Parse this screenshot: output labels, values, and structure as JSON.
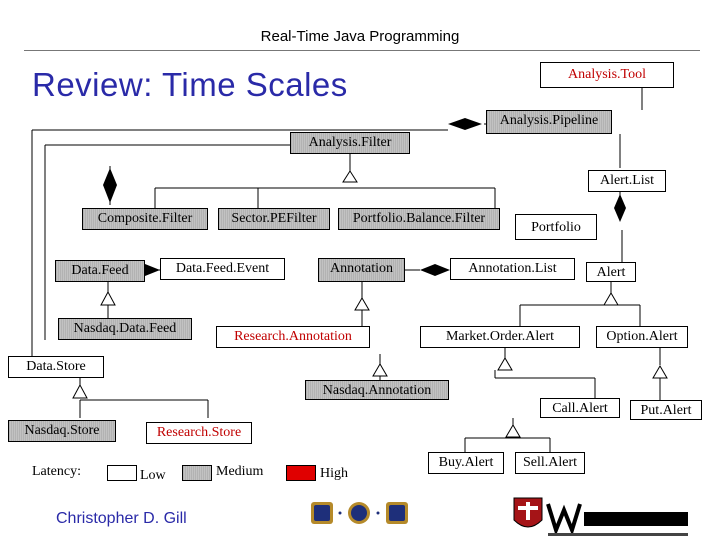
{
  "header": {
    "course": "Real-Time Java Programming",
    "title": "Review: Time Scales"
  },
  "classes": {
    "analysis_tool": "Analysis.Tool",
    "analysis_pipeline": "Analysis.Pipeline",
    "analysis_filter": "Analysis.Filter",
    "alert_list": "Alert.List",
    "composite_filter": "Composite.Filter",
    "sector_pe_filter": "Sector.PEFilter",
    "portfolio_balance_filter": "Portfolio.Balance.Filter",
    "portfolio": "Portfolio",
    "data_feed": "Data.Feed",
    "data_feed_event": "Data.Feed.Event",
    "annotation": "Annotation",
    "annotation_list": "Annotation.List",
    "alert": "Alert",
    "nasdaq_data_feed": "Nasdaq.Data.Feed",
    "research_annotation": "Research.Annotation",
    "market_order_alert": "Market.Order.Alert",
    "option_alert": "Option.Alert",
    "data_store": "Data.Store",
    "nasdaq_annotation": "Nasdaq.Annotation",
    "call_alert": "Call.Alert",
    "put_alert": "Put.Alert",
    "nasdaq_store": "Nasdaq.Store",
    "research_store": "Research.Store",
    "buy_alert": "Buy.Alert",
    "sell_alert": "Sell.Alert"
  },
  "legend": {
    "label": "Latency:",
    "low": "Low",
    "medium": "Medium",
    "high": "High"
  },
  "footer": {
    "author": "Christopher D. Gill"
  },
  "colors": {
    "title_blue": "#2a2aa8",
    "high_red": "#c00000",
    "hatch_gray": "#c9c9c9"
  }
}
